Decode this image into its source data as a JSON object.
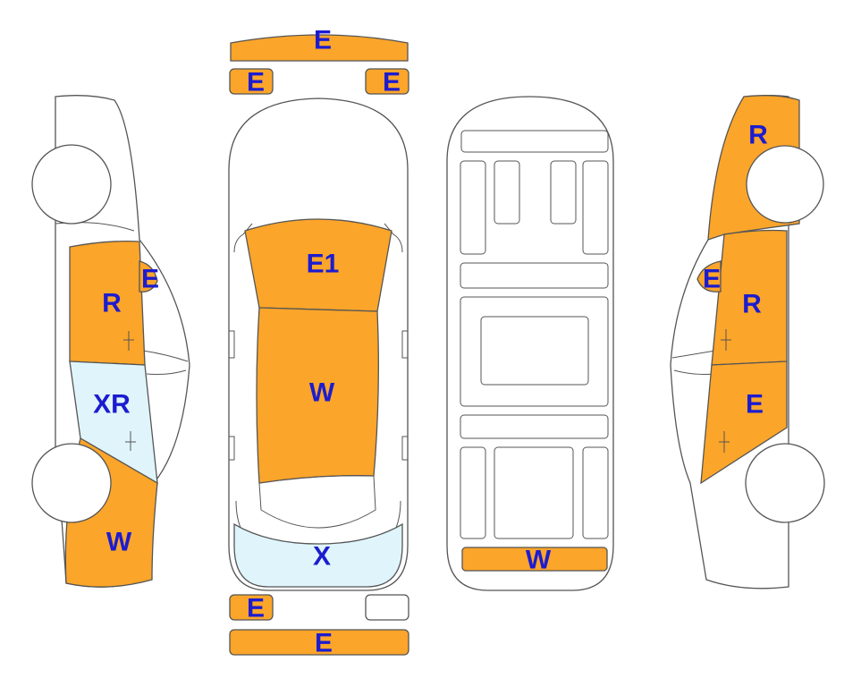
{
  "colors": {
    "damage": "#FBA52A",
    "light": "#DFF5FB",
    "label": "#1C1CCF",
    "outline": "#555555",
    "body": "#FFFFFF"
  },
  "bumper_front_top": {
    "bar": "E",
    "left": "E",
    "right": "E"
  },
  "bumper_rear_bottom": {
    "left": "E",
    "bar": "E"
  },
  "left_side": {
    "front_door": "E",
    "rear_door": "R",
    "rear_glass": "XR",
    "quarter": "W"
  },
  "top_view": {
    "hood": "E1",
    "roof": "W",
    "rear_window": "X"
  },
  "underside": {
    "rear_member": "W"
  },
  "right_side": {
    "front_fender": "R",
    "mirror": "E",
    "front_door": "R",
    "rear_door": "E"
  }
}
